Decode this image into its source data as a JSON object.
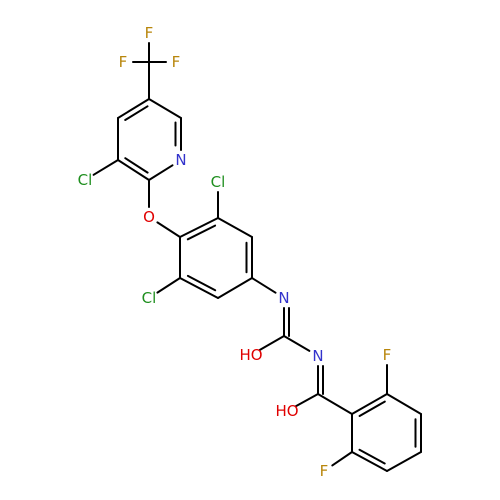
{
  "molecule": {
    "colors": {
      "bond": "#000000",
      "F": "#b8860b",
      "Cl": "#1f8f1f",
      "N": "#3333cc",
      "O": "#e00000"
    },
    "atoms": [
      {
        "id": "cf3_c",
        "label": ""
      },
      {
        "id": "f_top",
        "label": "F"
      },
      {
        "id": "f_left",
        "label": "F"
      },
      {
        "id": "f_right",
        "label": "F"
      },
      {
        "id": "py_c5",
        "label": ""
      },
      {
        "id": "py_c4",
        "label": ""
      },
      {
        "id": "py_c3",
        "label": ""
      },
      {
        "id": "py_c2",
        "label": ""
      },
      {
        "id": "py_n1",
        "label": "N"
      },
      {
        "id": "py_c6",
        "label": ""
      },
      {
        "id": "cl_py",
        "label": "Cl"
      },
      {
        "id": "o_ether",
        "label": "O"
      },
      {
        "id": "ar_c1",
        "label": ""
      },
      {
        "id": "ar_c2",
        "label": ""
      },
      {
        "id": "ar_c3",
        "label": ""
      },
      {
        "id": "ar_c4",
        "label": ""
      },
      {
        "id": "ar_c5",
        "label": ""
      },
      {
        "id": "ar_c6",
        "label": ""
      },
      {
        "id": "cl_ar_top",
        "label": "Cl"
      },
      {
        "id": "cl_ar_bottom",
        "label": "Cl"
      },
      {
        "id": "n_imine1",
        "label": "N"
      },
      {
        "id": "c_urea",
        "label": ""
      },
      {
        "id": "o_urea",
        "label": "HO"
      },
      {
        "id": "n_imine2",
        "label": "N"
      },
      {
        "id": "c_amide",
        "label": ""
      },
      {
        "id": "o_amide",
        "label": "HO"
      },
      {
        "id": "bz_c1",
        "label": ""
      },
      {
        "id": "bz_c2",
        "label": ""
      },
      {
        "id": "bz_c3",
        "label": ""
      },
      {
        "id": "bz_c4",
        "label": ""
      },
      {
        "id": "bz_c5",
        "label": ""
      },
      {
        "id": "bz_c6",
        "label": ""
      },
      {
        "id": "f_bz_top",
        "label": "F"
      },
      {
        "id": "f_bz_bottom",
        "label": "F"
      }
    ],
    "bonds": [
      {
        "a": "cf3_c",
        "b": "f_top",
        "order": 1
      },
      {
        "a": "cf3_c",
        "b": "f_left",
        "order": 1
      },
      {
        "a": "cf3_c",
        "b": "f_right",
        "order": 1
      },
      {
        "a": "cf3_c",
        "b": "py_c5",
        "order": 1
      },
      {
        "a": "py_c5",
        "b": "py_c4",
        "order": 2
      },
      {
        "a": "py_c4",
        "b": "py_c3",
        "order": 1
      },
      {
        "a": "py_c3",
        "b": "py_c2",
        "order": 2
      },
      {
        "a": "py_c2",
        "b": "py_n1",
        "order": 1
      },
      {
        "a": "py_n1",
        "b": "py_c6",
        "order": 2
      },
      {
        "a": "py_c6",
        "b": "py_c5",
        "order": 1
      },
      {
        "a": "py_c3",
        "b": "cl_py",
        "order": 1
      },
      {
        "a": "py_c2",
        "b": "o_ether",
        "order": 1
      },
      {
        "a": "o_ether",
        "b": "ar_c1",
        "order": 1
      },
      {
        "a": "ar_c1",
        "b": "ar_c2",
        "order": 2
      },
      {
        "a": "ar_c2",
        "b": "ar_c3",
        "order": 1
      },
      {
        "a": "ar_c3",
        "b": "ar_c4",
        "order": 2
      },
      {
        "a": "ar_c4",
        "b": "ar_c5",
        "order": 1
      },
      {
        "a": "ar_c5",
        "b": "ar_c6",
        "order": 2
      },
      {
        "a": "ar_c6",
        "b": "ar_c1",
        "order": 1
      },
      {
        "a": "ar_c2",
        "b": "cl_ar_top",
        "order": 1
      },
      {
        "a": "ar_c6",
        "b": "cl_ar_bottom",
        "order": 1
      },
      {
        "a": "ar_c4",
        "b": "n_imine1",
        "order": 1
      },
      {
        "a": "n_imine1",
        "b": "c_urea",
        "order": 2
      },
      {
        "a": "c_urea",
        "b": "o_urea",
        "order": 1
      },
      {
        "a": "c_urea",
        "b": "n_imine2",
        "order": 1
      },
      {
        "a": "n_imine2",
        "b": "c_amide",
        "order": 2
      },
      {
        "a": "c_amide",
        "b": "o_amide",
        "order": 1
      },
      {
        "a": "c_amide",
        "b": "bz_c1",
        "order": 1
      },
      {
        "a": "bz_c1",
        "b": "bz_c2",
        "order": 2
      },
      {
        "a": "bz_c2",
        "b": "bz_c3",
        "order": 1
      },
      {
        "a": "bz_c3",
        "b": "bz_c4",
        "order": 2
      },
      {
        "a": "bz_c4",
        "b": "bz_c5",
        "order": 1
      },
      {
        "a": "bz_c5",
        "b": "bz_c6",
        "order": 2
      },
      {
        "a": "bz_c6",
        "b": "bz_c1",
        "order": 1
      },
      {
        "a": "bz_c2",
        "b": "f_bz_top",
        "order": 1
      },
      {
        "a": "bz_c6",
        "b": "f_bz_bottom",
        "order": 1
      }
    ]
  }
}
